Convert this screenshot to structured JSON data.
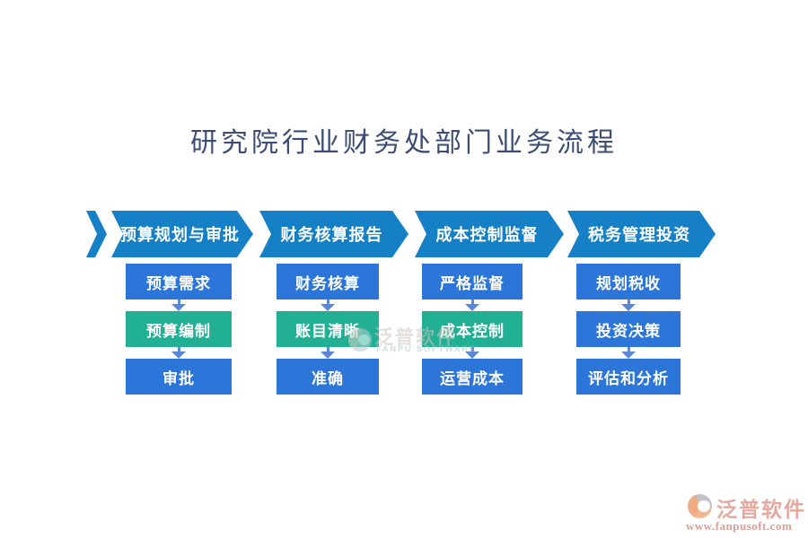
{
  "title": {
    "text": "研究院行业财务处部门业务流程",
    "color": "#3c4c74"
  },
  "process": {
    "columns": [
      {
        "header": "预算规划与审批",
        "steps": [
          {
            "label": "预算需求",
            "variant": "blue"
          },
          {
            "label": "预算编制",
            "variant": "teal"
          },
          {
            "label": "审批",
            "variant": "blue"
          }
        ]
      },
      {
        "header": "财务核算报告",
        "steps": [
          {
            "label": "财务核算",
            "variant": "blue"
          },
          {
            "label": "账目清晰",
            "variant": "teal"
          },
          {
            "label": "准确",
            "variant": "blue"
          }
        ]
      },
      {
        "header": "成本控制监督",
        "steps": [
          {
            "label": "严格监督",
            "variant": "blue"
          },
          {
            "label": "成本控制",
            "variant": "teal"
          },
          {
            "label": "运营成本",
            "variant": "blue"
          }
        ]
      },
      {
        "header": "税务管理投资",
        "steps": [
          {
            "label": "规划税收",
            "variant": "blue"
          },
          {
            "label": "投资决策",
            "variant": "blue"
          },
          {
            "label": "评估和分析",
            "variant": "blue"
          }
        ]
      }
    ]
  },
  "watermark_center": {
    "name": "泛普软件",
    "subtitle": "FANPU SOFTWARE",
    "icon": "fanpu-logo-icon"
  },
  "footer_logo": {
    "name": "泛普软件",
    "url": "www.fanpusoft.com",
    "icon": "fanpu-logo-icon"
  },
  "theme": {
    "banner_blue": "#1580c6",
    "box_blue": "#2d76d9",
    "box_teal": "#21b093",
    "connector_blue": "#5b87d7",
    "title_navy": "#3c4c74",
    "logo_salmon": "#e4a89e",
    "watermark_gray": "#cdc5bd"
  }
}
